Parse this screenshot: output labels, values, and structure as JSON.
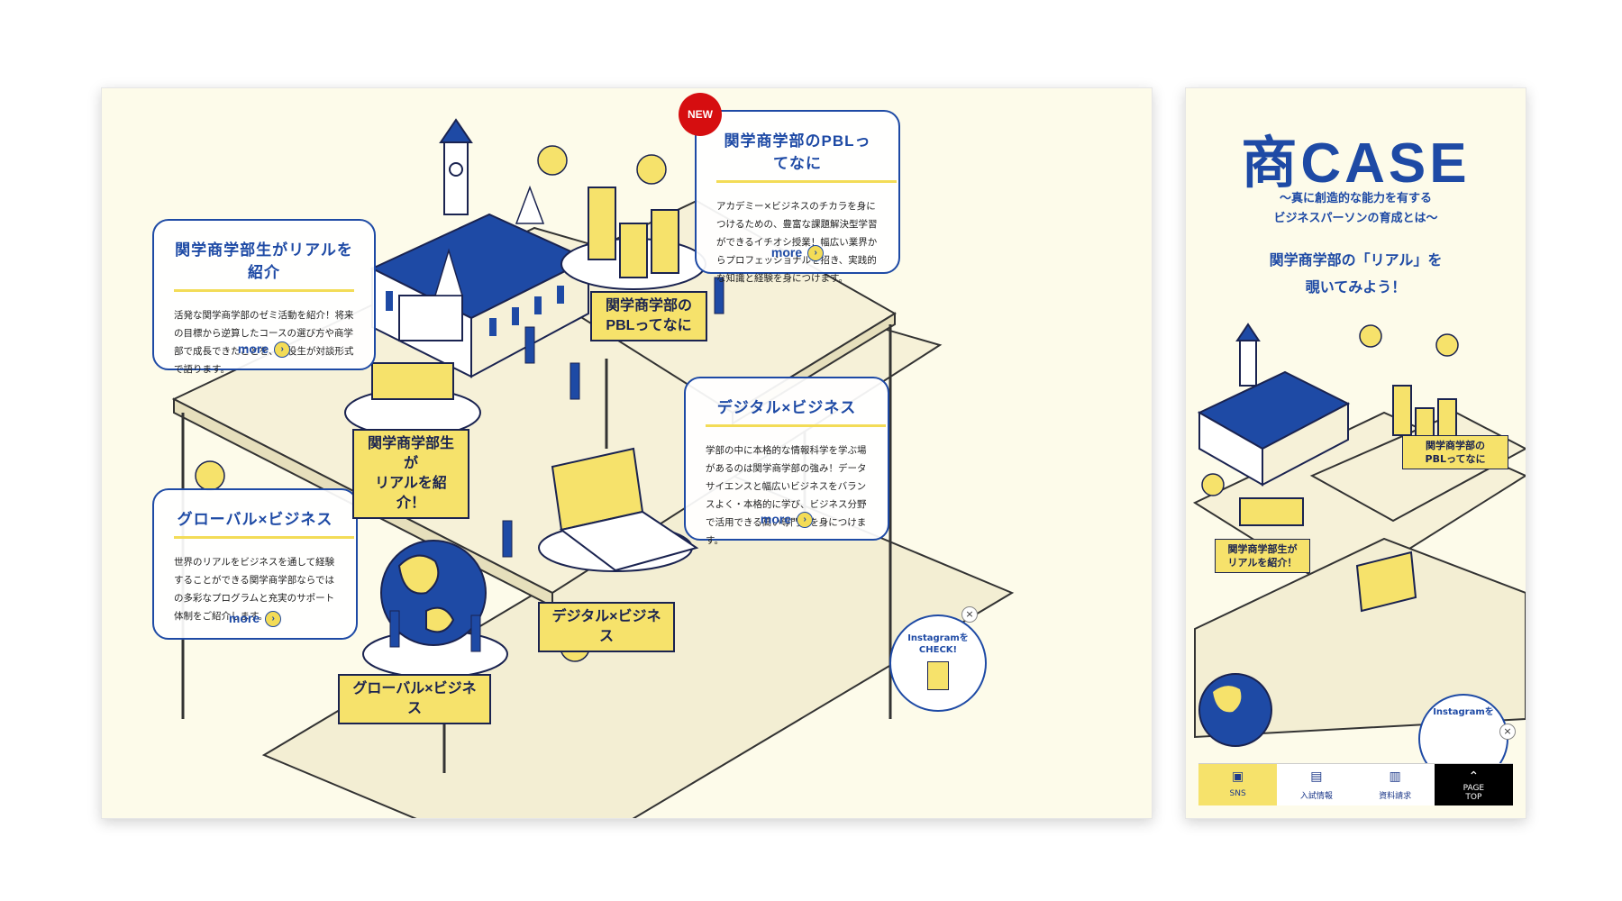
{
  "desktop": {
    "cards": [
      {
        "title": "関学商学部のPBLってなに",
        "body": "アカデミー×ビジネスのチカラを身につけるための、豊富な課題解決型学習ができるイチオシ授業！幅広い業界からプロフェッショナルを招き、実践的な知識と経験を身につけます。",
        "more": "more"
      },
      {
        "title": "関学商学部生がリアルを紹介",
        "body": "活発な関学商学部のゼミ活動を紹介！将来の目標から逆算したコースの選び方や商学部で成長できたことを、現役生が対談形式で語ります。",
        "more": "more"
      },
      {
        "title": "デジタル×ビジネス",
        "body": "学部の中に本格的な情報科学を学ぶ場があるのは関学商学部の強み！データサイエンスと幅広いビジネスをバランスよく・本格的に学び、ビジネス分野で活用できる高い専門性を身につけます。",
        "more": "more"
      },
      {
        "title": "グローバル×ビジネス",
        "body": "世界のリアルをビジネスを通して経験することができる関学商学部ならではの多彩なプログラムと充実のサポート体制をご紹介します。",
        "more": "more"
      }
    ],
    "new_badge": "NEW",
    "tags": {
      "pbl": "関学商学部の\nPBLってなに",
      "real": "関学商学部生が\nリアルを紹介！",
      "digital": "デジタル×ビジネス",
      "global": "グローバル×ビジネス"
    },
    "instagram": "Instagramを\nCHECK!",
    "close": "×"
  },
  "mobile": {
    "title": "商CASE",
    "subtitle": "〜真に創造的な能力を有する\nビジネスパーソンの育成とは〜",
    "lead": "関学商学部の「リアル」を\n覗いてみよう！",
    "tags": {
      "pbl": "関学商学部の\nPBLってなに",
      "real": "関学商学部生が\nリアルを紹介！"
    },
    "instagram": "Instagramを",
    "close": "×",
    "nav": [
      {
        "label": "SNS",
        "icon": "sns-icon"
      },
      {
        "label": "入試情報",
        "icon": "exam-info-icon"
      },
      {
        "label": "資料請求",
        "icon": "document-request-icon"
      },
      {
        "label": "PAGE\nTOP",
        "icon": "arrow-up-icon"
      }
    ]
  },
  "colors": {
    "navy": "#1e4aa5",
    "yellow": "#f6e26b",
    "cream": "#fdfbea",
    "red": "#d60e10"
  }
}
